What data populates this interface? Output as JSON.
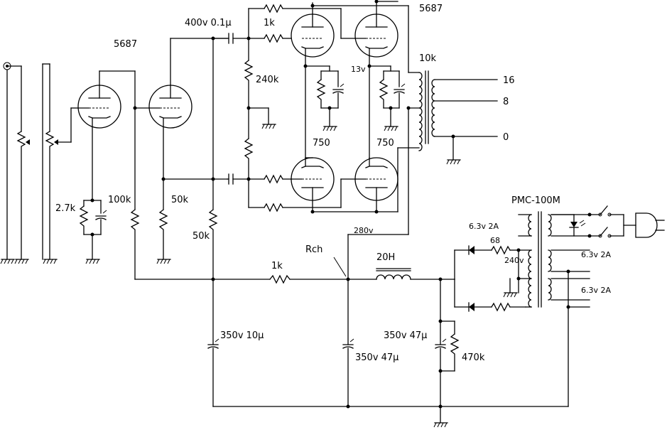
{
  "labels": {
    "tube_driver": "5687",
    "tube_output": "5687",
    "coupling_cap": "400v 0.1µ",
    "grid_stopper": "1k",
    "grid_leak": "240k",
    "bias_left": "750",
    "bias_right": "750",
    "cathode_13v": "13v",
    "opt_primary": "10k",
    "tap_16": "16",
    "tap_8": "8",
    "tap_0": "0",
    "cathode_res": "2.7k",
    "plate_load_1": "100k",
    "plate_load_2": "50k",
    "plate_load_3": "50k",
    "b_plus": "280v",
    "rch": "Rch",
    "series_res": "1k",
    "choke": "20H",
    "power_tr": "PMC-100M",
    "heater_1": "6.3v 2A",
    "heater_2": "6.3v 2A",
    "heater_3": "6.3v 2A",
    "diode_res": "68",
    "ht_240": "240v",
    "cap_left": "350v 10µ",
    "cap_mid": "350v 47µ",
    "cap_right": "350v 47µ",
    "bleeder": "470k"
  }
}
